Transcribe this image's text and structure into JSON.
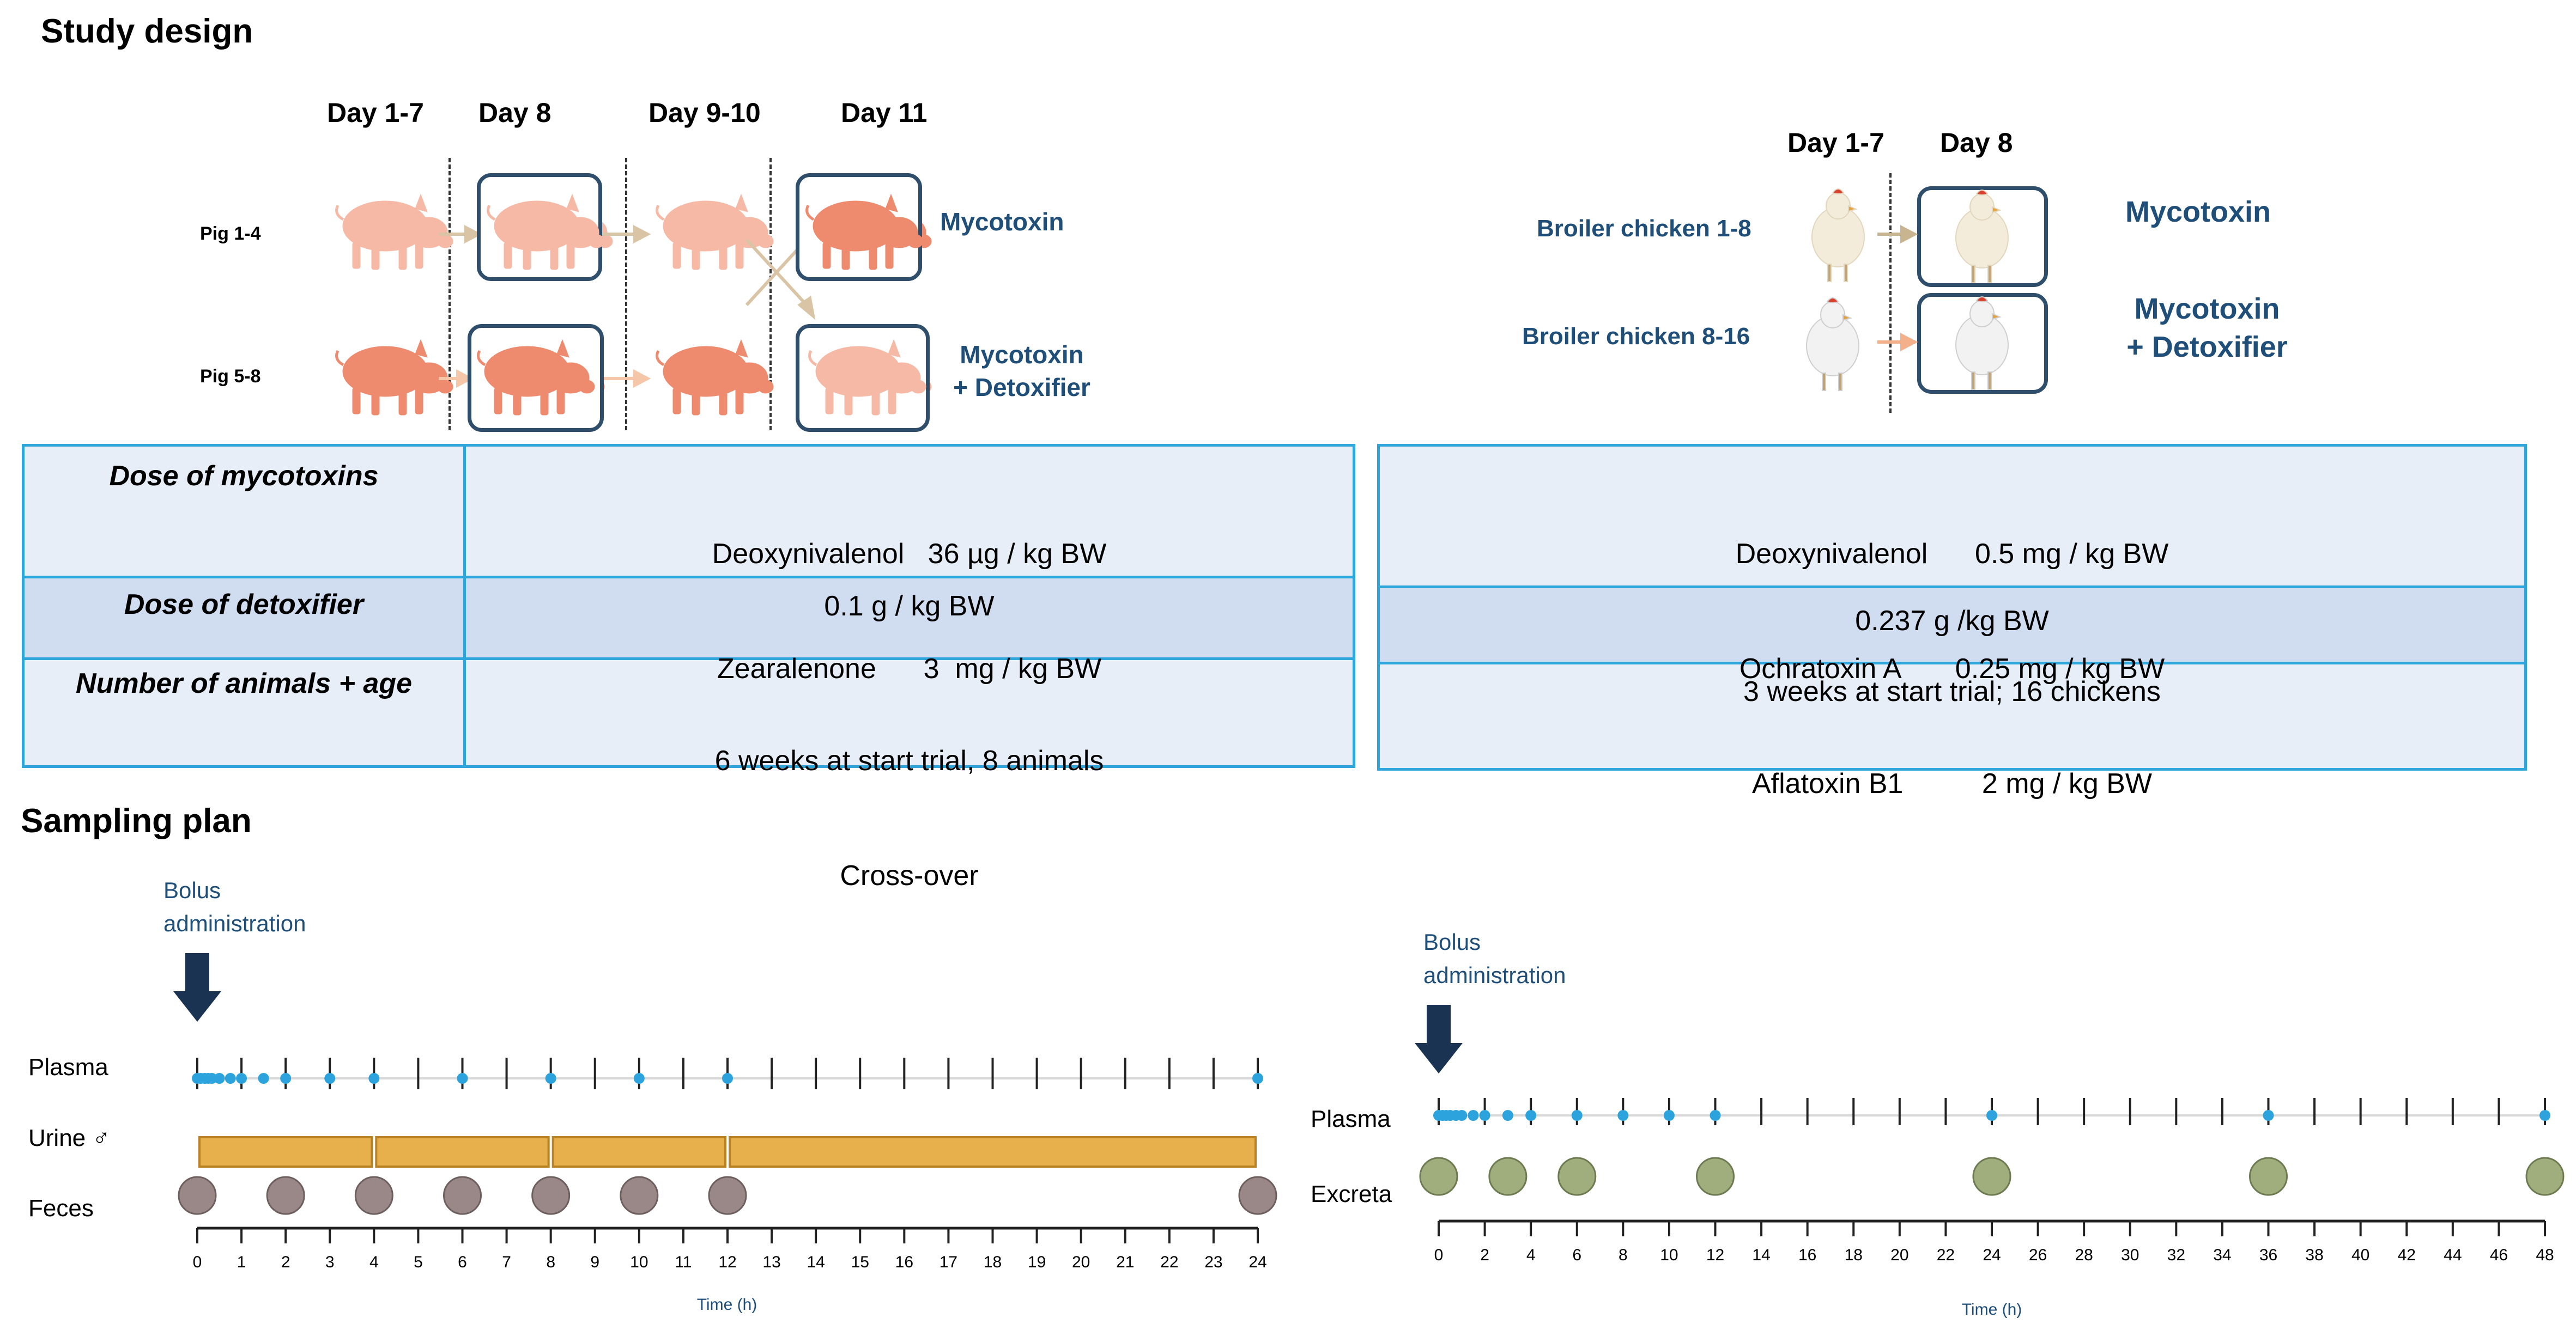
{
  "study_design": {
    "title": "Study design",
    "pig": {
      "day_headers": [
        "Day 1-7",
        "Day 8",
        "Day 9-10",
        "Day 11"
      ],
      "row1_label": "Pig 1-4",
      "row2_label": "Pig 5-8",
      "outcome1": "Mycotoxin",
      "outcome2_line1": "Mycotoxin",
      "outcome2_line2": "+ Detoxifier"
    },
    "chicken": {
      "day_headers": [
        "Day 1-7",
        "Day 8"
      ],
      "row1_label": "Broiler chicken 1-8",
      "row2_label": "Broiler chicken 8-16",
      "outcome1": "Mycotoxin",
      "outcome2_line1": "Mycotoxin",
      "outcome2_line2": "+ Detoxifier"
    }
  },
  "table_pig": {
    "row_headers": [
      "Dose of mycotoxins",
      "Dose of detoxifier",
      "Number of animals + age"
    ],
    "dose_mycotoxins": [
      "Deoxynivalenol   36 µg / kg BW",
      "Zearalenone      3  mg / kg BW"
    ],
    "dose_detoxifier": "0.1 g / kg BW",
    "animals_age": [
      "6 weeks at start trial, 8 animals",
      "Cross-over"
    ]
  },
  "table_chicken": {
    "dose_mycotoxins": [
      "Deoxynivalenol      0.5 mg / kg BW",
      "Ochratoxin A       0.25 mg / kg BW",
      "Aflatoxin B1          2 mg / kg BW"
    ],
    "dose_detoxifier": "0.237 g /kg BW",
    "animals_age": "3 weeks at start trial; 16 chickens"
  },
  "sampling": {
    "title": "Sampling plan",
    "pig_timeline": {
      "bolus_line1": "Bolus",
      "bolus_line2": "administration",
      "rows": [
        "Plasma",
        "Urine ♂",
        "Feces"
      ],
      "xlabel": "Time (h)",
      "xmax": 24,
      "ticks": [
        0,
        1,
        2,
        3,
        4,
        5,
        6,
        7,
        8,
        9,
        10,
        11,
        12,
        13,
        14,
        15,
        16,
        17,
        18,
        19,
        20,
        21,
        22,
        23,
        24
      ],
      "plasma_times": [
        0,
        0.08,
        0.17,
        0.25,
        0.33,
        0.5,
        0.75,
        1,
        1.5,
        2,
        3,
        4,
        6,
        8,
        10,
        12,
        24
      ],
      "urine_intervals": [
        [
          0,
          4
        ],
        [
          4,
          8
        ],
        [
          8,
          12
        ],
        [
          12,
          24
        ]
      ],
      "feces_times": [
        0,
        2,
        4,
        6,
        8,
        10,
        12,
        24
      ],
      "colors": {
        "plasma": "#2ca3dc",
        "urine": "#e8b04c",
        "feces": "#9a8888",
        "arrow": "#1a3352"
      }
    },
    "chicken_timeline": {
      "bolus_line1": "Bolus",
      "bolus_line2": "administration",
      "rows": [
        "Plasma",
        "Excreta"
      ],
      "xlabel": "Time (h)",
      "xmax": 48,
      "ticks": [
        0,
        2,
        4,
        6,
        8,
        10,
        12,
        14,
        16,
        18,
        20,
        22,
        24,
        26,
        28,
        30,
        32,
        34,
        36,
        38,
        40,
        42,
        44,
        46,
        48
      ],
      "plasma_times": [
        0,
        0.17,
        0.33,
        0.5,
        0.75,
        1,
        1.5,
        2,
        3,
        4,
        6,
        8,
        10,
        12,
        24,
        36,
        48
      ],
      "excreta_times": [
        0,
        3,
        6,
        12,
        24,
        36,
        48
      ],
      "colors": {
        "plasma": "#2ca3dc",
        "excreta": "#9fae7c",
        "arrow": "#1a3352"
      }
    }
  }
}
